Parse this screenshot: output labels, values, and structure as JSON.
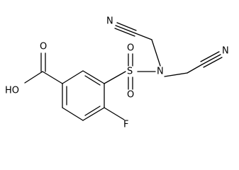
{
  "molecule": {
    "labels": {
      "cooh": "HO",
      "o_carbonyl": "O",
      "s": "S",
      "o_sulfonyl_top": "O",
      "o_sulfonyl_bottom": "O",
      "n": "N",
      "f": "F",
      "cn_top": "N",
      "cn_right": "N"
    }
  }
}
